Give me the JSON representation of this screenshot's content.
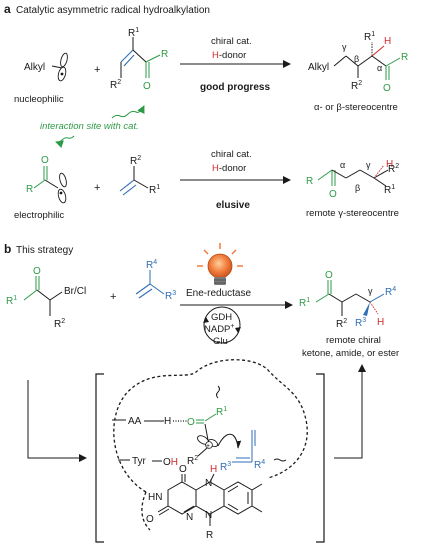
{
  "section_a": {
    "letter": "a",
    "title": "Catalytic asymmetric radical hydroalkylation",
    "row1": {
      "alkyl": "Alkyl",
      "plus": "+",
      "r1": "R",
      "r1_sup": "1",
      "r2": "R",
      "r2_sup": "2",
      "r_right": "R",
      "o": "O",
      "nucleophilic": "nucleophilic",
      "interaction_note": "interaction site with cat.",
      "cond_top": "chiral cat.",
      "cond_h": "H",
      "cond_donor": "-donor",
      "result": "good progress",
      "prod_alkyl": "Alkyl",
      "gamma": "γ",
      "beta": "β",
      "alpha": "α",
      "h": "H",
      "prod_r1": "R",
      "prod_r1_sup": "1",
      "prod_r2": "R",
      "prod_r2_sup": "2",
      "prod_o": "O",
      "prod_r": "R",
      "stereo_label": "α- or β-stereocentre"
    },
    "row2": {
      "o": "O",
      "r": "R",
      "electrophilic": "electrophilic",
      "plus": "+",
      "r1": "R",
      "r1_sup": "1",
      "r2": "R",
      "r2_sup": "2",
      "cond_top": "chiral cat.",
      "cond_h": "H",
      "cond_donor": "-donor",
      "result": "elusive",
      "prod_r": "R",
      "prod_o": "O",
      "alpha": "α",
      "beta": "β",
      "gamma": "γ",
      "h": "H",
      "prod_r1": "R",
      "prod_r1_sup": "1",
      "prod_r2": "R",
      "prod_r2_sup": "2",
      "stereo_label": "remote γ-stereocentre"
    }
  },
  "section_b": {
    "letter": "b",
    "title": "This strategy",
    "start": {
      "o": "O",
      "r1": "R",
      "r1_sup": "1",
      "halide": "Br/Cl",
      "r2": "R",
      "r2_sup": "2"
    },
    "plus": "+",
    "alkene": {
      "r4": "R",
      "r4_sup": "4",
      "r3": "R",
      "r3_sup": "3"
    },
    "enzyme": "Ene-reductase",
    "cycle": [
      "GDH",
      "NADP",
      "Glu"
    ],
    "nadp_sup": "+",
    "product": {
      "o": "O",
      "r1": "R",
      "r1_sup": "1",
      "r2": "R",
      "r2_sup": "2",
      "gamma": "γ",
      "r4": "R",
      "r4_sup": "4",
      "r3": "R",
      "r3_sup": "3",
      "h": "H",
      "label_line1": "remote chiral",
      "label_line2": "ketone, amide, or ester"
    },
    "active_site": {
      "aa": "AA",
      "h": "H",
      "o": "O",
      "r1": "R",
      "r1_sup": "1",
      "r2": "R",
      "r2_sup": "2",
      "r3": "R",
      "r3_sup": "3",
      "r4": "R",
      "r4_sup": "4",
      "tyr": "Tyr",
      "oh_o": "O",
      "oh_h": "H",
      "hn": "HN",
      "o_top": "O",
      "h_top": "H",
      "n_top": "N",
      "o_bottom": "O",
      "n_mid": "N",
      "n_bottom": "N",
      "r": "R",
      "plus": "+",
      "radical": "•"
    }
  },
  "colors": {
    "green": "#2e9a47",
    "blue": "#2f6db5",
    "red": "#d12a2a",
    "orange": "#f07a3a",
    "ink": "#1a1a1a"
  }
}
